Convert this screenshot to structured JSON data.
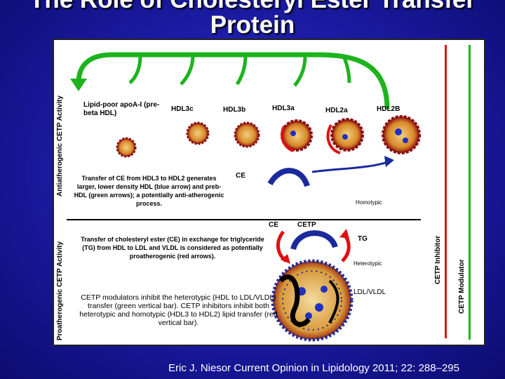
{
  "title": "The Role of Cholesteryl Ester Transfer Protein",
  "axis_left_top": "Antiatherogenic CETP Activity",
  "axis_left_bottom": "Proatherogenic CETP Activity",
  "axis_right_inhibitor": "CETP Inhibitor",
  "axis_right_modulator": "CETP Modulator",
  "particles": {
    "lipid_poor": "Lipid-poor apoA-I (pre-beta HDL)",
    "hdl3c": "HDL3c",
    "hdl3b": "HDL3b",
    "hdl3a": "HDL3a",
    "hdl2a": "HDL2a",
    "hdl2b": "HDL2B"
  },
  "labels": {
    "ce_top": "CE",
    "homotypic": "Homotypic",
    "ce_mid": "CE",
    "cetp": "CETP",
    "tg": "TG",
    "heterotypic": "Heterotypic",
    "ldl_vldl": "LDL/VLDL"
  },
  "texts": {
    "transfer_hdl": "Transfer of CE from HDL3 to HDL2 generates larger, lower density HDL (blue arrow) and preb-HDL (green arrows); a potentially anti-atherogenic process.",
    "transfer_ldl": "Transfer of cholesteryl ester (CE) in exchange for triglyceride (TG) from HDL to LDL and VLDL is considered as potentially proatherogenic (red arrows).",
    "modulators": "CETP modulators inhibit the heterotypic (HDL to LDL/VLDL) transfer (green vertical bar). CETP inhibitors inhibit both heterotypic and homotypic (HDL3 to HDL2) lipid transfer (red vertical bar)."
  },
  "credit": "Eric J. Niesor Current Opinion in Lipidology 2011; 22: 288–295",
  "colors": {
    "green_arrow": "#1db31d",
    "blue_arrow": "#1a2a9c",
    "red_arrow": "#e01010",
    "particle_orange": "#d98a2a",
    "particle_red": "#8b1010"
  }
}
